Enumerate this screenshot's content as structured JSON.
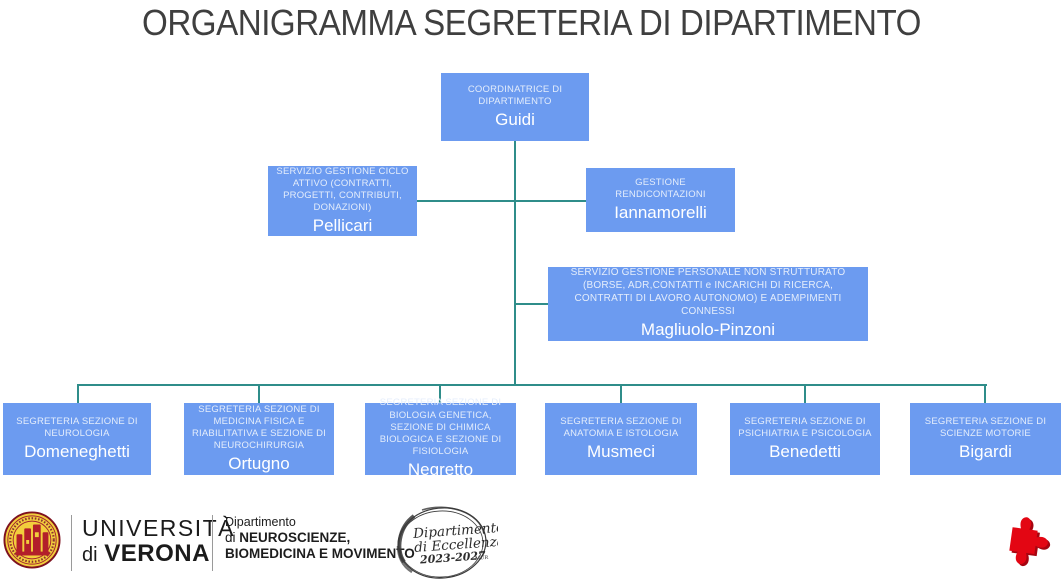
{
  "title": "ORGANIGRAMMA SEGRETERIA DI DIPARTIMENTO",
  "colors": {
    "node_fill": "#6c9bf0",
    "node_role_text": "#e4edfb",
    "node_name_text": "#ffffff",
    "connector_line": "#2f8d8a",
    "title_text": "#3f3f3f",
    "puzzle_red": "#e30613",
    "seal_yellow": "#f2ce3c",
    "seal_red": "#b31f2a"
  },
  "org": {
    "root": {
      "role": "COORDINATRICE DI DIPARTIMENTO",
      "name": "Guidi"
    },
    "level2": [
      {
        "role": "SERVIZIO GESTIONE CICLO ATTIVO (CONTRATTI, PROGETTI, CONTRIBUTI, DONAZIONI)",
        "name": "Pellicari"
      },
      {
        "role": "GESTIONE RENDICONTAZIONI",
        "name": "Iannamorelli"
      },
      {
        "role": "SERVIZIO GESTIONE PERSONALE NON STRUTTURATO (BORSE, ADR,CONTATTI e INCARICHI DI RICERCA, CONTRATTI DI LAVORO AUTONOMO) E ADEMPIMENTI CONNESSI",
        "name": "Magliuolo-Pinzoni"
      }
    ],
    "level3": [
      {
        "role": "SEGRETERIA SEZIONE DI NEUROLOGIA",
        "name": "Domeneghetti"
      },
      {
        "role": "SEGRETERIA SEZIONE DI MEDICINA FISICA E RIABILITATIVA E SEZIONE DI NEUROCHIRURGIA",
        "name": "Ortugno"
      },
      {
        "role": "SEGRETERIA SEZIONE DI BIOLOGIA GENETICA, SEZIONE DI CHIMICA BIOLOGICA E SEZIONE DI FISIOLOGIA",
        "name": "Negretto"
      },
      {
        "role": "SEGRETERIA SEZIONE DI ANATOMIA E ISTOLOGIA",
        "name": "Musmeci"
      },
      {
        "role": "SEGRETERIA SEZIONE DI PSICHIATRIA E PSICOLOGIA",
        "name": "Benedetti"
      },
      {
        "role": "SEGRETERIA SEZIONE DI SCIENZE MOTORIE",
        "name": "Bigardi"
      }
    ]
  },
  "footer": {
    "university_line1": "UNIVERSITÀ",
    "university_di": "di",
    "university_name": "VERONA",
    "dept_line1": "Dipartimento",
    "dept_di": "di",
    "dept_bold1": "NEUROSCIENZE,",
    "dept_bold2": "BIOMEDICINA E MOVIMENTO",
    "stamp_line1": "Dipartimento",
    "stamp_line2": "di Eccellenza",
    "stamp_line3": "2023-2027",
    "stamp_line4": "MUR"
  }
}
